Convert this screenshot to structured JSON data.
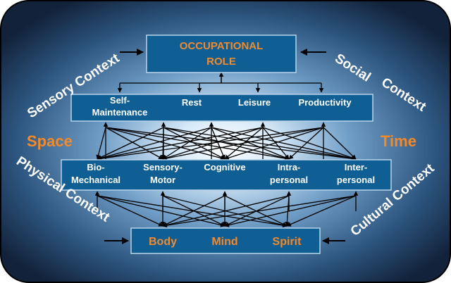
{
  "role": {
    "line1": "OCCUPATIONAL",
    "line2": "ROLE"
  },
  "occupations": {
    "self_line1": "Self-",
    "self_line2": "Maintenance",
    "rest": "Rest",
    "leisure": "Leisure",
    "productivity": "Productivity"
  },
  "performance": {
    "bio_line1": "Bio-",
    "bio_line2": "Mechanical",
    "sensory_line1": "Sensory-",
    "sensory_line2": "Motor",
    "cognitive": "Cognitive",
    "intra_line1": "Intra-",
    "intra_line2": "personal",
    "inter_line1": "Inter-",
    "inter_line2": "personal"
  },
  "person": {
    "body": "Body",
    "mind": "Mind",
    "spirit": "Spirit"
  },
  "side": {
    "space": "Space",
    "time": "Time"
  },
  "contexts": {
    "sensory": "Sensory Context",
    "social": "Social",
    "social_context": "Context",
    "physical": "Physical Context",
    "cultural": "Cultural Context"
  },
  "colors": {
    "frame_dark": "#12223a",
    "box_fill": "#0f5f94",
    "box_stroke": "#b8d4ea",
    "accent": "#f28a2c"
  }
}
